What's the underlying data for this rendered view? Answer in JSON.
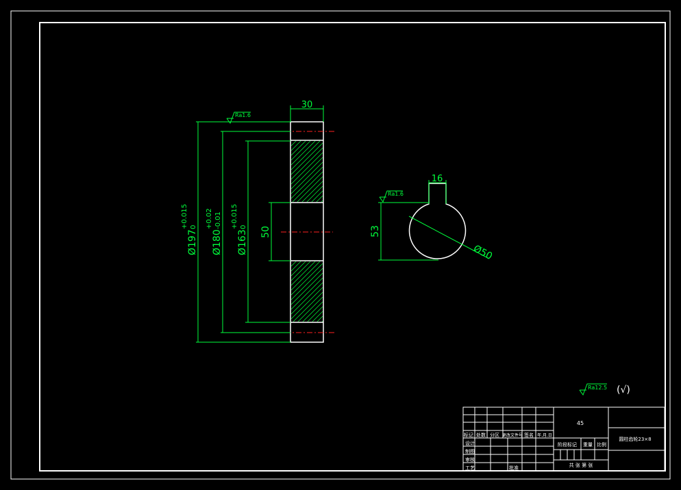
{
  "colors": {
    "background": "#000000",
    "outline": "#ffffff",
    "dimension": "#00ff3c",
    "centerline": "#ff2020"
  },
  "section_view": {
    "width_dim": "30",
    "od_base": "Ø197",
    "od_sup": "+0.015",
    "od_sub": "0",
    "pitch_base": "Ø180",
    "pitch_sup": "+0.02",
    "pitch_sub": "-0.01",
    "root_base": "Ø163",
    "root_sup": "+0.015",
    "root_sub": "0",
    "hub_dim": "50",
    "roughness": "Ra1.6"
  },
  "end_view": {
    "key_width": "16",
    "key_depth": "53",
    "bore_dia": "Ø50",
    "roughness": "Ra1.6"
  },
  "general_roughness": {
    "value": "Ra12.5",
    "note": "(√)"
  },
  "title_block": {
    "material": "45",
    "part_name": "圆柱齿轮23×8",
    "header_row": [
      "标记",
      "处数",
      "分区",
      "更改文件号",
      "签名",
      "年.月.日"
    ],
    "roles": [
      "设计",
      "制图",
      "审核",
      "工艺"
    ],
    "approve": "批准",
    "stage_label": "阶段标记",
    "weight_label": "重量",
    "scale_label": "比例",
    "bottom_right": "共  张  第  张"
  }
}
